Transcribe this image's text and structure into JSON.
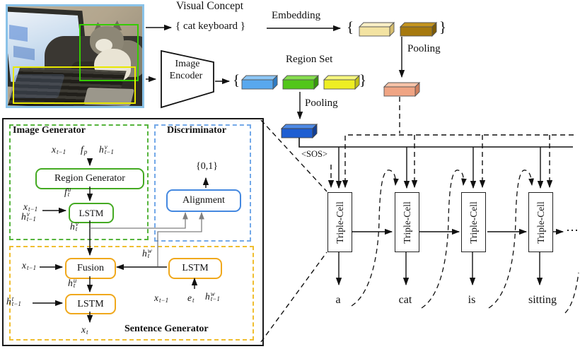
{
  "top": {
    "visual_concept_title": "Visual Concept",
    "concept_set": "{ cat  keyboard }",
    "embedding_label": "Embedding",
    "pooling_label_left": "Pooling",
    "pooling_label_right": "Pooling",
    "region_set_title": "Region Set",
    "encoder_line1": "Image",
    "encoder_line2": "Encoder",
    "brace_open": "{",
    "brace_close": "}",
    "sos_token": "<SOS>"
  },
  "generator": {
    "image_generator_title": "Image Generator",
    "discriminator_title": "Discriminator",
    "sentence_generator_title": "Sentence Generator",
    "region_generator": "Region Generator",
    "lstm_visual": "LSTM",
    "lstm_sentence": "LSTM",
    "lstm_word": "LSTM",
    "fusion": "Fusion",
    "alignment": "Alignment",
    "binary_output": "{0,1}",
    "vars": {
      "x_prev": {
        "b": "x",
        "sub": "t−1"
      },
      "f_p": {
        "b": "f",
        "sub": "p"
      },
      "h_prev_v": {
        "b": "h",
        "sup": "v",
        "sub": "t−1"
      },
      "f_t_u": {
        "b": "f",
        "sup": "u",
        "sub": "t"
      },
      "h_t_v": {
        "b": "h",
        "sup": "v",
        "sub": "t"
      },
      "h_t_u": {
        "b": "h",
        "sup": "u",
        "sub": "t"
      },
      "h_prev_t": {
        "b": "h",
        "sup": "t",
        "sub": "t−1"
      },
      "h_t_w": {
        "b": "h",
        "sup": "w",
        "sub": "t"
      },
      "x_t": {
        "b": "x",
        "sub": "t"
      },
      "e_t": {
        "b": "e",
        "sub": "t"
      },
      "h_prev_w": {
        "b": "h",
        "sup": "w",
        "sub": "t−1"
      }
    }
  },
  "sequence": {
    "cell_label": "Triple-Cell",
    "outputs": [
      "a",
      "cat",
      "is",
      "sitting"
    ],
    "ellipsis": "⋯"
  },
  "colors": {
    "image_generator_border": "#55b43c",
    "discriminator_border": "#74a9e8",
    "sentence_generator_border": "#f0be30",
    "green_node": "#44aa22",
    "blue_node": "#4488e0",
    "orange_node": "#f0a81c",
    "gray_line": "#808080",
    "region_blue": "#58a8ee",
    "region_green": "#52c61a",
    "region_yellow": "#eeee24",
    "pooled_visual_blue": "#1e5ed2",
    "pooled_concept_salmon": "#f0a584",
    "embedding_light": "#f3e3a2",
    "embedding_dark": "#a6790e"
  }
}
